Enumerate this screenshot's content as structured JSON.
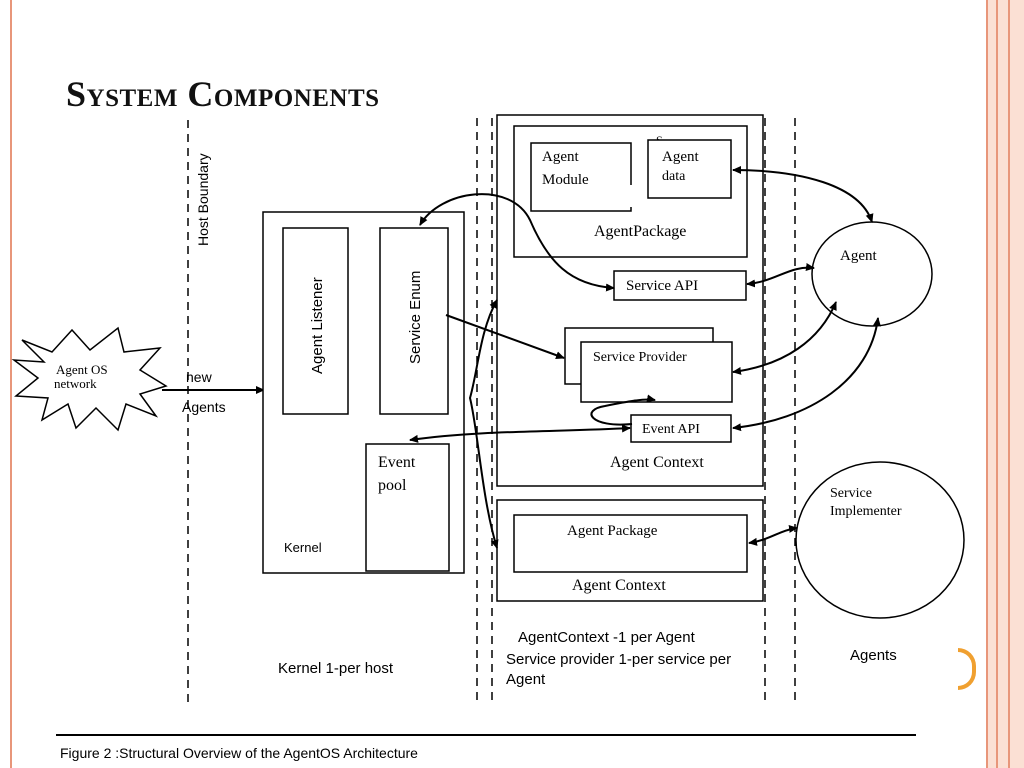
{
  "slide": {
    "title": "System Components"
  },
  "diagram": {
    "host_boundary": "Host Boundary",
    "network": [
      "Agent OS",
      "network"
    ],
    "new_agents": [
      "new",
      "Agents"
    ],
    "kernel": {
      "label": "Kernel",
      "agent_listener": "Agent Listener",
      "service_enum": "Service Enum",
      "event_pool": [
        "Event",
        "pool"
      ]
    },
    "agent_context_top": {
      "label": "Agent Context",
      "partial_label": "S",
      "agent_package": {
        "label": "AgentPackage",
        "agent_module": [
          "Agent",
          "Module"
        ],
        "agent_data": [
          "Agent",
          "data"
        ]
      },
      "service_api": "Service API",
      "service_provider": "Service Provider",
      "event_api": "Event API"
    },
    "agent_context_bottom": {
      "label": "Agent Context",
      "agent_package": "Agent Package"
    },
    "agent": "Agent",
    "service_implementer": [
      "Service",
      "Implementer"
    ],
    "bottom_labels": {
      "kernel": "Kernel 1-per host",
      "context": [
        "AgentContext -1 per Agent",
        "Service provider 1-per service per",
        "Agent"
      ],
      "agents": "Agents"
    },
    "caption": "Figure 2 :Structural Overview of the AgentOS Architecture"
  }
}
